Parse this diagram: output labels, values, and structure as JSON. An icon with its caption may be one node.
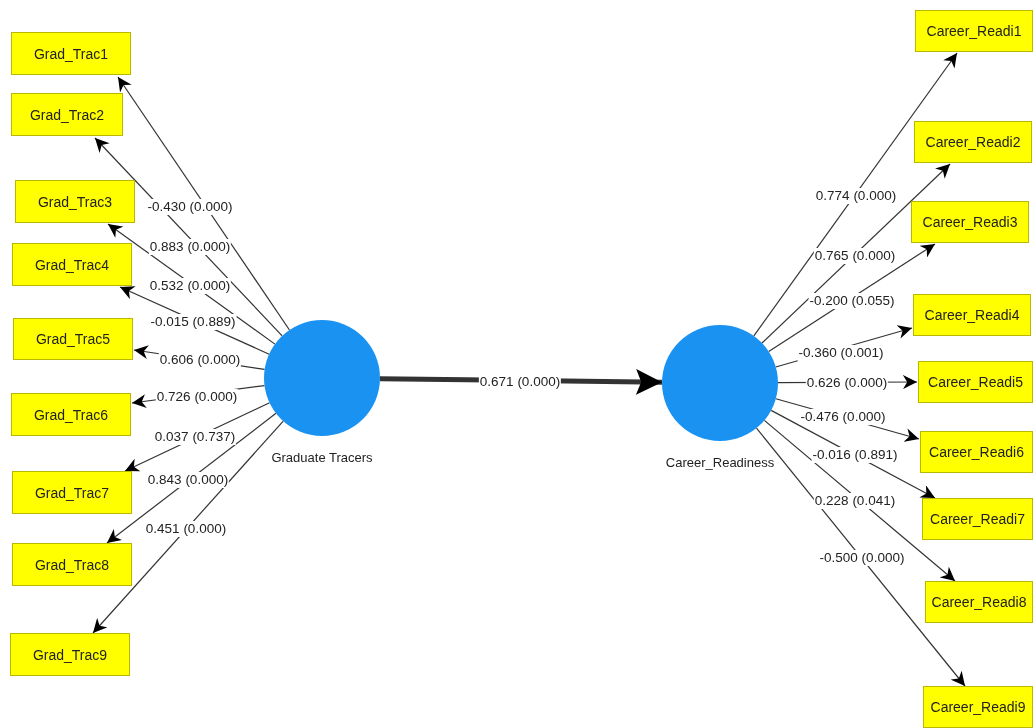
{
  "diagram": {
    "nodes": [
      {
        "text": [
          "Graduate Tracers"
        ]
      },
      {
        "text": [
          "Grad_Trac1"
        ]
      },
      {
        "text": [
          "Grad_Trac2"
        ]
      },
      {
        "text": [
          "Grad_Trac3"
        ]
      },
      {
        "text": [
          "Grad_Trac4"
        ]
      },
      {
        "text": [
          "Grad_Trac5"
        ]
      },
      {
        "text": [
          "Grad_Trac6"
        ]
      },
      {
        "text": [
          "Grad_Trac7"
        ]
      },
      {
        "text": [
          "Grad_Trac8"
        ]
      },
      {
        "text": [
          "Grad_Trac9"
        ]
      },
      {
        "text": [
          "Career_Readiness"
        ]
      },
      {
        "text": [
          "Career_Readi1"
        ]
      },
      {
        "text": [
          "Career_Readi2"
        ]
      },
      {
        "text": [
          "Career_Readi3"
        ]
      },
      {
        "text": [
          "Career_Readi4"
        ]
      },
      {
        "text": [
          "Career_Readi5"
        ]
      },
      {
        "text": [
          "Career_Readi6"
        ]
      },
      {
        "text": [
          "Career_Readi7"
        ]
      },
      {
        "text": [
          "Career_Readi8"
        ]
      },
      {
        "text": [
          "Career_Readi9"
        ]
      }
    ],
    "edges": [
      {
        "from": 0,
        "to": 10,
        "arrow": "to",
        "label": "0.671 (0.000)",
        "style": "thick"
      },
      {
        "from": 0,
        "to": 1,
        "arrow": "to",
        "label": "-0.430 (0.000)"
      },
      {
        "from": 0,
        "to": 2,
        "arrow": "to",
        "label": "0.883 (0.000)"
      },
      {
        "from": 0,
        "to": 3,
        "arrow": "to",
        "label": "0.532 (0.000)"
      },
      {
        "from": 0,
        "to": 4,
        "arrow": "to",
        "label": "-0.015 (0.889)"
      },
      {
        "from": 0,
        "to": 5,
        "arrow": "to",
        "label": "0.606 (0.000)"
      },
      {
        "from": 0,
        "to": 6,
        "arrow": "to",
        "label": "0.726 (0.000)"
      },
      {
        "from": 0,
        "to": 7,
        "arrow": "to",
        "label": "0.037 (0.737)"
      },
      {
        "from": 0,
        "to": 8,
        "arrow": "to",
        "label": "0.843 (0.000)"
      },
      {
        "from": 0,
        "to": 9,
        "arrow": "to",
        "label": "0.451 (0.000)"
      },
      {
        "from": 10,
        "to": 11,
        "arrow": "to",
        "label": "0.774 (0.000)"
      },
      {
        "from": 10,
        "to": 12,
        "arrow": "to",
        "label": "0.765 (0.000)"
      },
      {
        "from": 10,
        "to": 13,
        "arrow": "to",
        "label": "-0.200 (0.055)"
      },
      {
        "from": 10,
        "to": 14,
        "arrow": "to",
        "label": "-0.360 (0.001)"
      },
      {
        "from": 10,
        "to": 15,
        "arrow": "to",
        "label": "0.626 (0.000)"
      },
      {
        "from": 10,
        "to": 16,
        "arrow": "to",
        "label": "-0.476 (0.000)"
      },
      {
        "from": 10,
        "to": 17,
        "arrow": "to",
        "label": "-0.016 (0.891)"
      },
      {
        "from": 10,
        "to": 18,
        "arrow": "to",
        "label": "0.228 (0.041)"
      },
      {
        "from": 10,
        "to": 19,
        "arrow": "to",
        "label": "-0.500 (0.000)"
      }
    ]
  }
}
